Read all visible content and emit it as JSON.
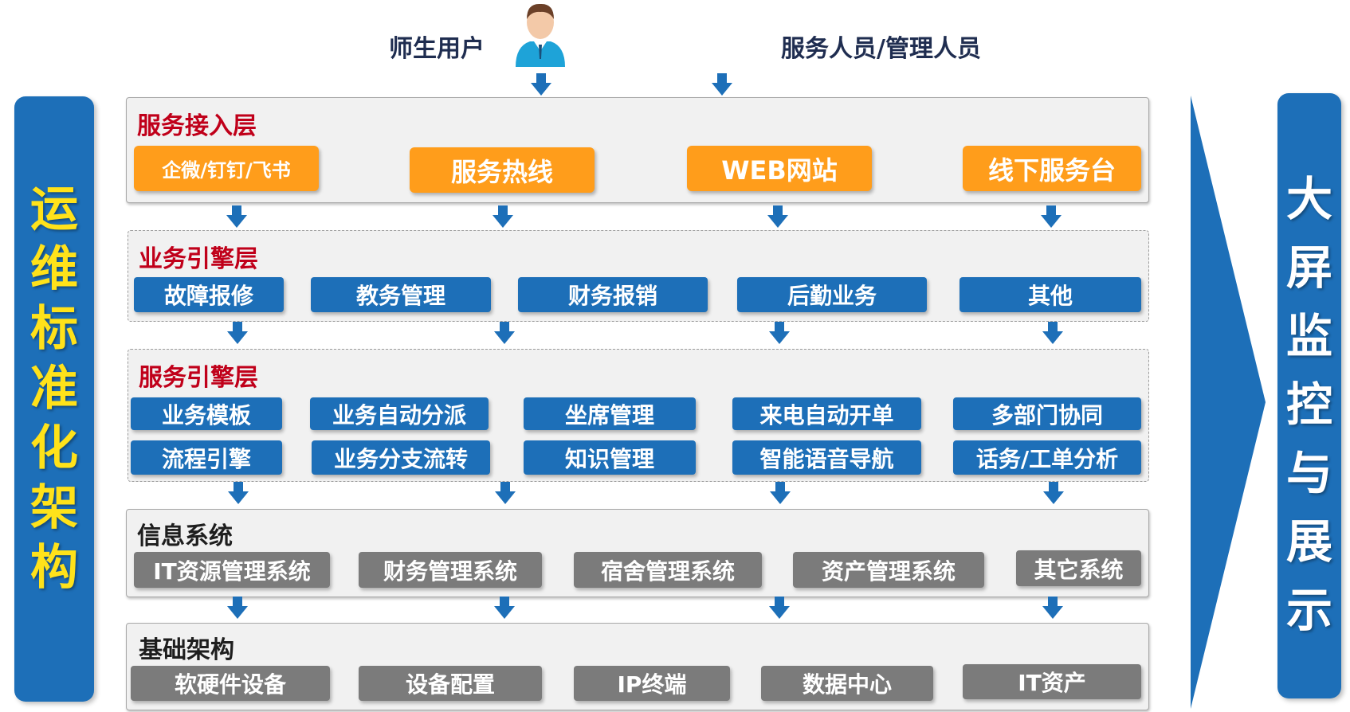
{
  "users": {
    "left_label": "师生用户",
    "right_label": "服务人员/管理人员",
    "person_icon": "person-icon"
  },
  "side": {
    "left_text": "运\n维\n标\n准\n化\n架\n构",
    "right_text": "大\n屏\n监\n控\n与\n展\n示"
  },
  "layers": {
    "access": {
      "title": "服务接入层",
      "items": [
        "企微/钉钉/飞书",
        "服务热线",
        "WEB网站",
        "线下服务台"
      ]
    },
    "business": {
      "title": "业务引擎层",
      "items": [
        "故障报修",
        "教务管理",
        "财务报销",
        "后勤业务",
        "其他"
      ]
    },
    "service": {
      "title": "服务引擎层",
      "row1": [
        "业务模板",
        "业务自动分派",
        "坐席管理",
        "来电自动开单",
        "多部门协同"
      ],
      "row2": [
        "流程引擎",
        "业务分支流转",
        "知识管理",
        "智能语音导航",
        "话务/工单分析"
      ]
    },
    "info": {
      "title": "信息系统",
      "items": [
        "IT资源管理系统",
        "财务管理系统",
        "宿舍管理系统",
        "资产管理系统",
        "其它系统"
      ]
    },
    "infra": {
      "title": "基础架构",
      "items": [
        "软硬件设备",
        "设备配置",
        "IP终端",
        "数据中心",
        "IT资产"
      ]
    }
  },
  "colors": {
    "primary_blue": "#1d6fb8",
    "orange": "#ff9d1b",
    "gray": "#7b7b7b",
    "red_title": "#c0001a",
    "yellow": "#ffe21a"
  }
}
